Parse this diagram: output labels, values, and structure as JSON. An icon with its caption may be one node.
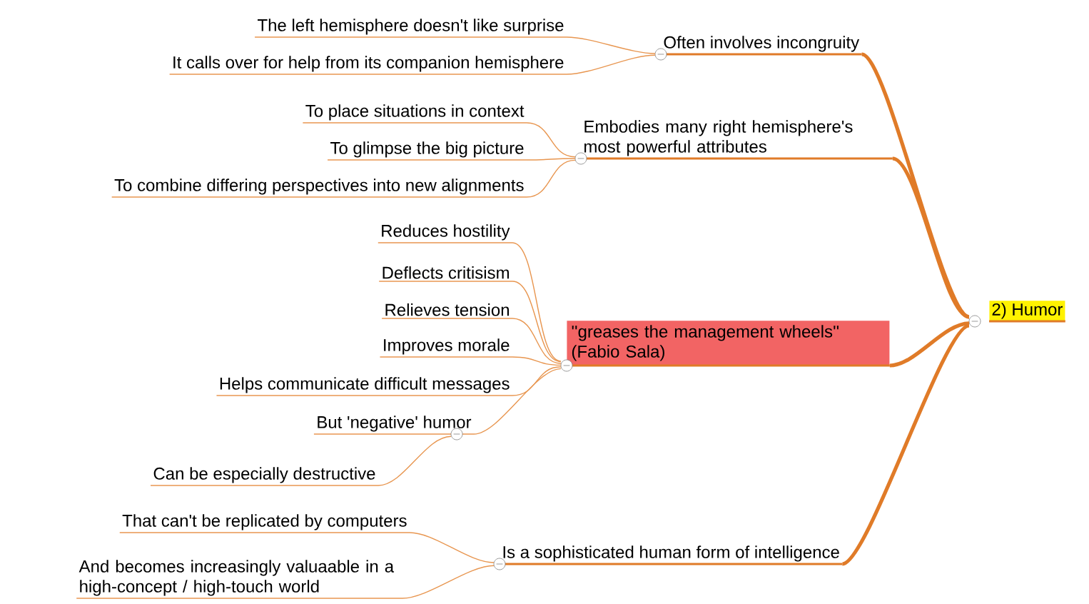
{
  "diagram": {
    "nodes": [
      {
        "text": [
          "2) Humor"
        ]
      },
      {
        "text": [
          "Often involves incongruity"
        ]
      },
      {
        "text": [
          "The left hemisphere doesn't like surprise"
        ]
      },
      {
        "text": [
          "It calls over for help from its companion hemisphere"
        ]
      },
      {
        "text": [
          "Embodies many right hemisphere's most powerful attributes"
        ]
      },
      {
        "text": [
          "To place situations in context"
        ]
      },
      {
        "text": [
          "To glimpse the big picture"
        ]
      },
      {
        "text": [
          "To combine differing perspectives into new alignments"
        ]
      },
      {
        "text": [
          "''greases the management wheels'' (Fabio Sala)"
        ]
      },
      {
        "text": [
          "Reduces hostility"
        ]
      },
      {
        "text": [
          "Deflects critisism"
        ]
      },
      {
        "text": [
          "Relieves tension"
        ]
      },
      {
        "text": [
          "Improves morale"
        ]
      },
      {
        "text": [
          "Helps communicate difficult messages"
        ]
      },
      {
        "text": [
          "But 'negative' humor"
        ]
      },
      {
        "text": [
          "Can be especially destructive"
        ]
      },
      {
        "text": [
          "Is a sophisticated human form of intelligence"
        ]
      },
      {
        "text": [
          "That can't be replicated by computers"
        ]
      },
      {
        "text": [
          "And becomes increasingly valuaable in a high-concept / high-touch world"
        ]
      }
    ],
    "edges": [
      {
        "from": 0,
        "to": 1,
        "arrow": "none",
        "style": "thick"
      },
      {
        "from": 0,
        "to": 4,
        "arrow": "none",
        "style": "thick"
      },
      {
        "from": 0,
        "to": 8,
        "arrow": "none",
        "style": "thick"
      },
      {
        "from": 0,
        "to": 16,
        "arrow": "none",
        "style": "thick"
      },
      {
        "from": 1,
        "to": 2,
        "arrow": "none"
      },
      {
        "from": 1,
        "to": 3,
        "arrow": "none"
      },
      {
        "from": 4,
        "to": 5,
        "arrow": "none"
      },
      {
        "from": 4,
        "to": 6,
        "arrow": "none"
      },
      {
        "from": 4,
        "to": 7,
        "arrow": "none"
      },
      {
        "from": 8,
        "to": 9,
        "arrow": "none"
      },
      {
        "from": 8,
        "to": 10,
        "arrow": "none"
      },
      {
        "from": 8,
        "to": 11,
        "arrow": "none"
      },
      {
        "from": 8,
        "to": 12,
        "arrow": "none"
      },
      {
        "from": 8,
        "to": 13,
        "arrow": "none"
      },
      {
        "from": 8,
        "to": 14,
        "arrow": "none"
      },
      {
        "from": 14,
        "to": 15,
        "arrow": "none"
      },
      {
        "from": 16,
        "to": 17,
        "arrow": "none"
      },
      {
        "from": 16,
        "to": 18,
        "arrow": "none"
      }
    ]
  }
}
